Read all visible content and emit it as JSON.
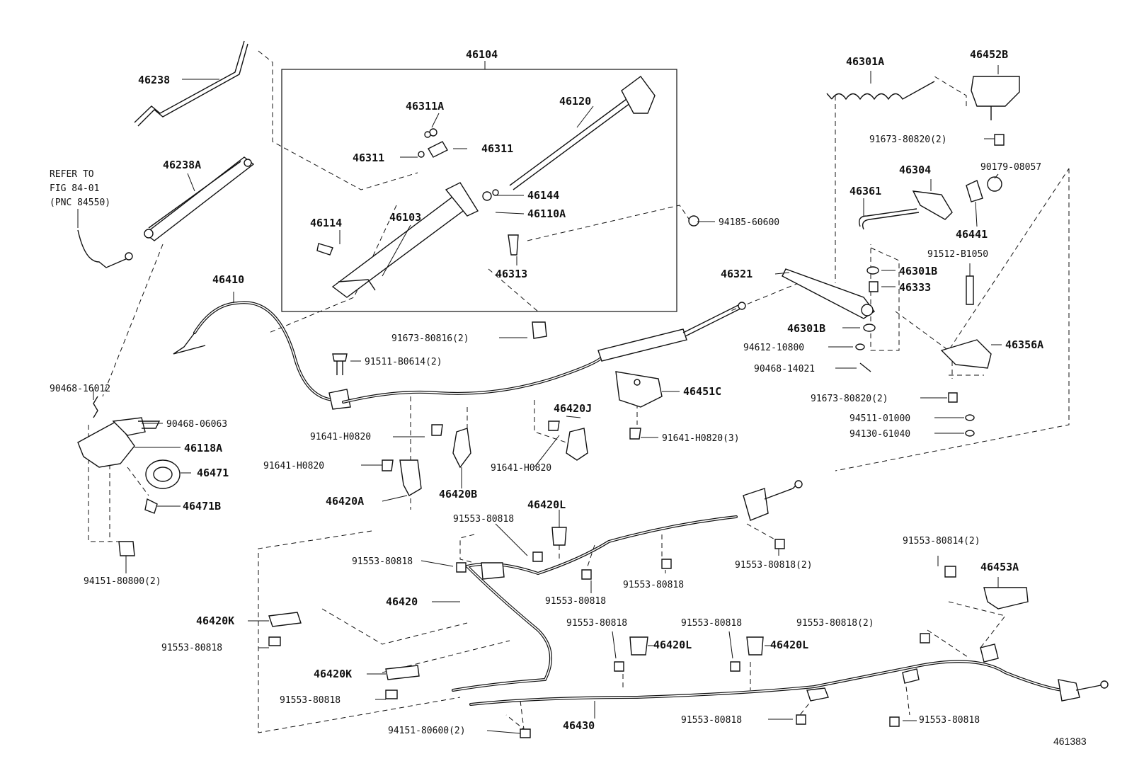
{
  "diagram": {
    "assembly_label": "46104",
    "figure_number": "461383",
    "refer_note": [
      "REFER TO",
      "FIG 84-01",
      "(PNC 84550)"
    ],
    "labels": {
      "p46238": "46238",
      "p46238A": "46238A",
      "p46311A": "46311A",
      "p46311a": "46311",
      "p46311b": "46311",
      "p46120": "46120",
      "p46144": "46144",
      "p46110A": "46110A",
      "p46114": "46114",
      "p46103": "46103",
      "p46313": "46313",
      "p94185": "94185-60600",
      "p91673_816": "91673-80816(2)",
      "p46410": "46410",
      "p91511": "91511-B0614(2)",
      "p90468_16012": "90468-16012",
      "p90468_06063": "90468-06063",
      "p46118A": "46118A",
      "p46471": "46471",
      "p46471B": "46471B",
      "p94151_800": "94151-80800(2)",
      "p91641_a": "91641-H0820",
      "p91641_b": "91641-H0820",
      "p91641_c": "91641-H0820",
      "p91641_3": "91641-H0820(3)",
      "p46420J": "46420J",
      "p46420A": "46420A",
      "p46420B": "46420B",
      "p46451C": "46451C",
      "p46301A": "46301A",
      "p46452B": "46452B",
      "p91673_820a": "91673-80820(2)",
      "p46304": "46304",
      "p90179": "90179-08057",
      "p46361": "46361",
      "p46441": "46441",
      "p91512": "91512-B1050",
      "p46321": "46321",
      "p46301B_a": "46301B",
      "p46333": "46333",
      "p46301B_b": "46301B",
      "p94612": "94612-10800",
      "p90468_14021": "90468-14021",
      "p46356A": "46356A",
      "p91673_820b": "91673-80820(2)",
      "p94511": "94511-01000",
      "p94130": "94130-61040",
      "p46420L_a": "46420L",
      "p91553_a": "91553-80818",
      "p91553_b": "91553-80818",
      "p91553_c": "91553-80818(2)",
      "p91553_d": "91553-80818",
      "p91553_e": "91553-80818",
      "p46420": "46420",
      "p46420K_a": "46420K",
      "p91553_f": "91553-80818",
      "p46420K_b": "46420K",
      "p91553_g": "91553-80818",
      "p94151_600": "94151-80600(2)",
      "p46430": "46430",
      "p91553_h": "91553-80818",
      "p46420L_b": "46420L",
      "p91553_i": "91553-80818",
      "p46420L_c": "46420L",
      "p91553_j": "91553-80818(2)",
      "p91553_814": "91553-80814(2)",
      "p46453A": "46453A",
      "p91553_k": "91553-80818",
      "p91553_l": "91553-80818"
    }
  }
}
